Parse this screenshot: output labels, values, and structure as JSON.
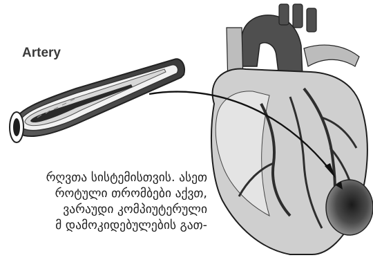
{
  "figure": {
    "artery_label": "Artery"
  },
  "text": {
    "lines": [
      "რღვთა სისტემისთვის. ასეთ",
      "როტული თრომბები აქვთ,",
      "ვარაუდი კომპიუტერული",
      "მ დამოკიდებულების გათ-"
    ]
  }
}
